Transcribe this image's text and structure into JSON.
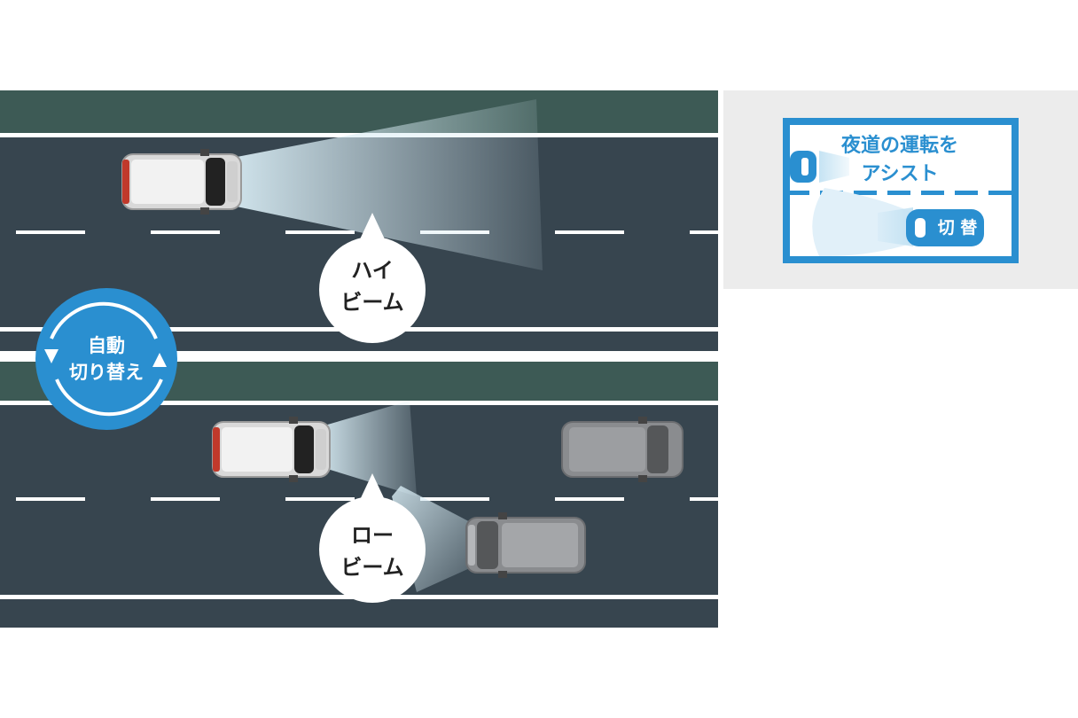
{
  "high_beam": {
    "line1": "ハイ",
    "line2": "ビーム"
  },
  "low_beam": {
    "line1": "ロー",
    "line2": "ビーム"
  },
  "auto_switch": {
    "line1": "自動",
    "line2": "切り替え"
  },
  "indicator": {
    "line1": "夜道の運転を",
    "line2": "アシスト",
    "switch_label": "切 替"
  },
  "colors": {
    "road": "#37454f",
    "verge": "#3d5a55",
    "lane_marking": "#ffffff",
    "accent_blue": "#2a8fd0",
    "panel_bg": "#ececec"
  }
}
